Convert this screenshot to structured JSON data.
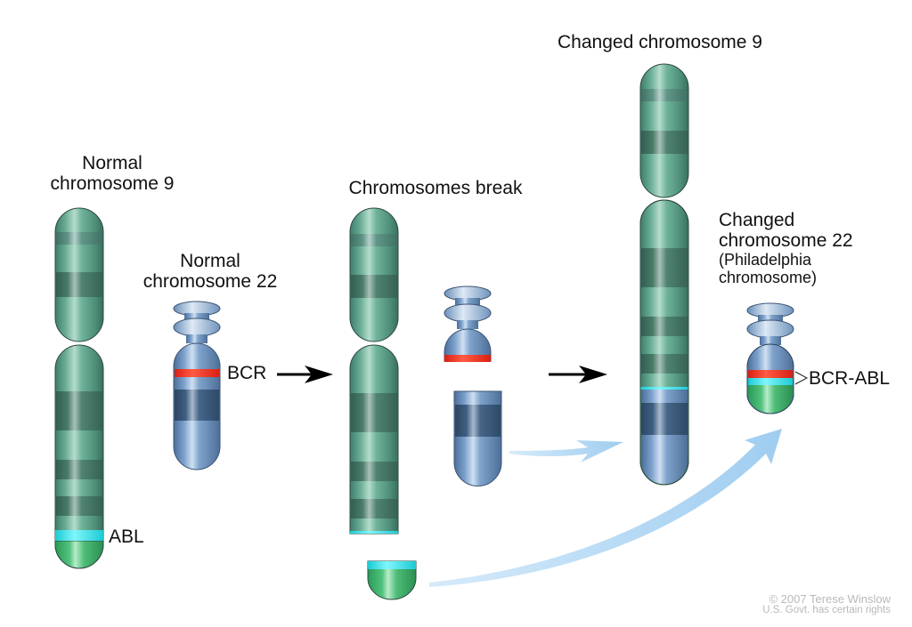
{
  "labels": {
    "normal_chr9": [
      "Normal",
      "chromosome 9"
    ],
    "normal_chr22": [
      "Normal",
      "chromosome 22"
    ],
    "break": "Chromosomes break",
    "changed_chr9": "Changed chromosome 9",
    "changed_chr22": [
      "Changed",
      "chromosome 22",
      "(Philadelphia",
      "chromosome)"
    ]
  },
  "genes": {
    "abl": "ABL",
    "bcr": "BCR",
    "bcr_abl": "BCR-ABL"
  },
  "credit": {
    "line1": "© 2007 Terese Winslow",
    "line2": "U.S. Govt. has certain rights"
  },
  "colors": {
    "chr9_green": "#5fa58c",
    "chr9_dark_band": "#3f6f62",
    "chr22_blue": "#6f93bd",
    "chr22_dark_band": "#3e5f80",
    "abl_cyan": "#25e0e8",
    "bcr_red": "#ee2a1a",
    "abl_tip_green": "#3dbb6a",
    "arrow_light_blue": "#a9d2f1",
    "arrow_black": "#000000"
  }
}
